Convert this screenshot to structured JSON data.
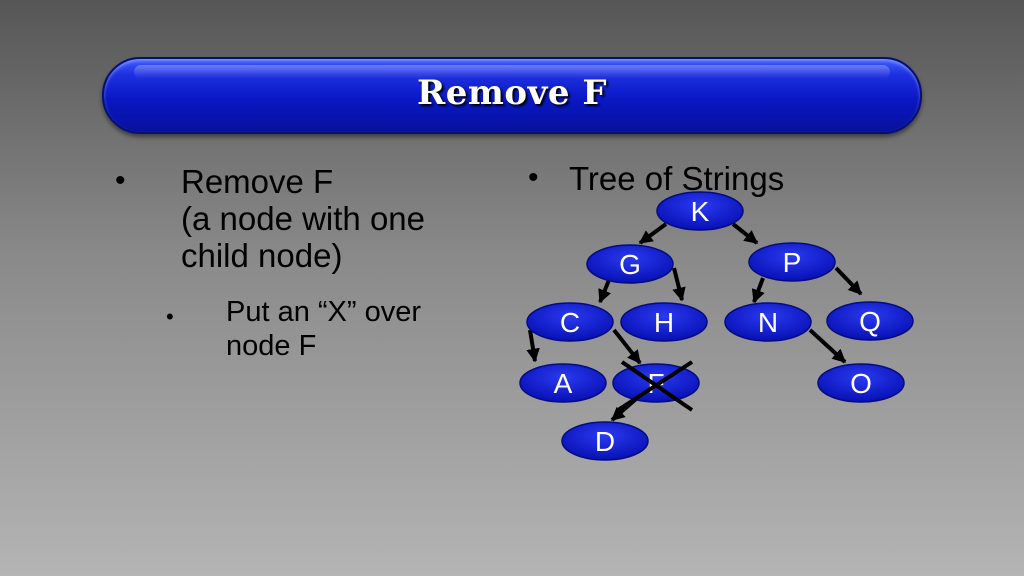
{
  "title": "Remove F",
  "left_bullet": {
    "glyph": "•",
    "lines": [
      "Remove F",
      "(a node with one",
      "child node)"
    ],
    "sub": {
      "glyph": "•",
      "lines": [
        "Put an “X” over",
        "node F"
      ]
    }
  },
  "right_bullet": {
    "glyph": "•",
    "text": "Tree of Strings"
  },
  "tree": {
    "nodes": [
      {
        "id": "K",
        "label": "K"
      },
      {
        "id": "G",
        "label": "G"
      },
      {
        "id": "P",
        "label": "P"
      },
      {
        "id": "C",
        "label": "C"
      },
      {
        "id": "H",
        "label": "H"
      },
      {
        "id": "N",
        "label": "N"
      },
      {
        "id": "Q",
        "label": "Q"
      },
      {
        "id": "A",
        "label": "A"
      },
      {
        "id": "F",
        "label": "F",
        "crossed_out": true
      },
      {
        "id": "O",
        "label": "O"
      },
      {
        "id": "D",
        "label": "D"
      }
    ],
    "edges": [
      {
        "from": "K",
        "to": "G"
      },
      {
        "from": "K",
        "to": "P"
      },
      {
        "from": "G",
        "to": "C"
      },
      {
        "from": "G",
        "to": "H"
      },
      {
        "from": "P",
        "to": "N"
      },
      {
        "from": "P",
        "to": "Q"
      },
      {
        "from": "C",
        "to": "A"
      },
      {
        "from": "C",
        "to": "F"
      },
      {
        "from": "F",
        "to": "D"
      },
      {
        "from": "N",
        "to": "O"
      }
    ],
    "node_color": "#0a14c8",
    "edge_color": "#000000"
  }
}
